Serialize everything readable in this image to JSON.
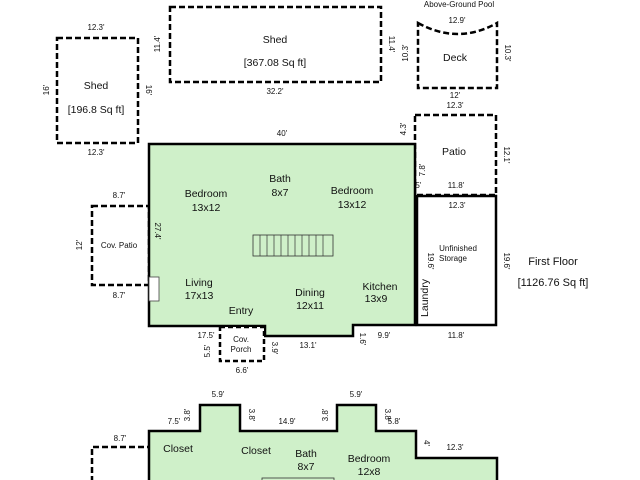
{
  "colors": {
    "floor_fill": "#cff0c9",
    "wall": "#000000",
    "background": "#ffffff"
  },
  "plan": {
    "title": "First Floor",
    "title_area": "[1126.76 Sq ft]",
    "shed_left": {
      "name": "Shed",
      "area": "[196.8 Sq ft]",
      "dim_top": "12.3'",
      "dim_bottom": "12.3'",
      "dim_left": "16'",
      "dim_right": "16'"
    },
    "shed_top": {
      "name": "Shed",
      "area": "[367.08 Sq ft]",
      "dim_bottom": "32.2'",
      "dim_left": "11.4'",
      "dim_right": "11.4'"
    },
    "pool": {
      "name": "Above-Ground Pool",
      "dim_top": "12.9'"
    },
    "deck": {
      "name": "Deck",
      "dim_left": "10.3'",
      "dim_right": "10.3'",
      "dim_bottom": "12'"
    },
    "patio": {
      "name": "Patio",
      "dim_top": "12.3'",
      "dim_left_upper": "4.3'",
      "dim_right": "12.1'",
      "dim_left": "7.8'",
      "dim_small": "0.5'",
      "dim_bottom": "11.8'"
    },
    "storage": {
      "name": "Unfinished",
      "name2": "Storage",
      "dim_top": "12.3'",
      "dim_left": "19.6'",
      "dim_right": "19.6'",
      "dim_bottom": "11.8'"
    },
    "cov_patio": {
      "name": "Cov. Patio",
      "dim_top": "8.7'",
      "dim_bottom": "8.7'",
      "dim_left": "12'"
    },
    "cov_porch": {
      "name": "Cov.",
      "name2": "Porch",
      "dim_left": "5.5'",
      "dim_right": "3.9'",
      "dim_bottom": "6.6'"
    },
    "house": {
      "dim_top": "40'",
      "dim_left": "27.4'",
      "dim_entry": "17.5'",
      "dim_dining": "13.1'",
      "dim_kitchen_step": "1.6'",
      "dim_kitchen": "9.9'",
      "rooms": [
        {
          "name": "Bedroom",
          "size": "13x12"
        },
        {
          "name": "Bath",
          "size": "8x7"
        },
        {
          "name": "Bedroom",
          "size": "13x12"
        },
        {
          "name": "Living",
          "size": "17x13"
        },
        {
          "name": "Entry",
          "size": ""
        },
        {
          "name": "Dining",
          "size": "12x11"
        },
        {
          "name": "Kitchen",
          "size": "13x9"
        },
        {
          "name": "Laundry",
          "size": ""
        }
      ]
    },
    "second": {
      "dims": {
        "a": "5.9'",
        "b": "5.9'",
        "c": "7.5'",
        "d": "3.8'",
        "e": "3.8'",
        "f": "14.9'",
        "g": "3.8'",
        "h": "3.8'",
        "i": "5.8'",
        "j": "4'",
        "k": "12.3'",
        "l": "8.7'"
      },
      "rooms": [
        {
          "name": "Closet",
          "size": ""
        },
        {
          "name": "Closet",
          "size": ""
        },
        {
          "name": "Bath",
          "size": "8x7"
        },
        {
          "name": "Bedroom",
          "size": "12x8"
        }
      ]
    }
  }
}
